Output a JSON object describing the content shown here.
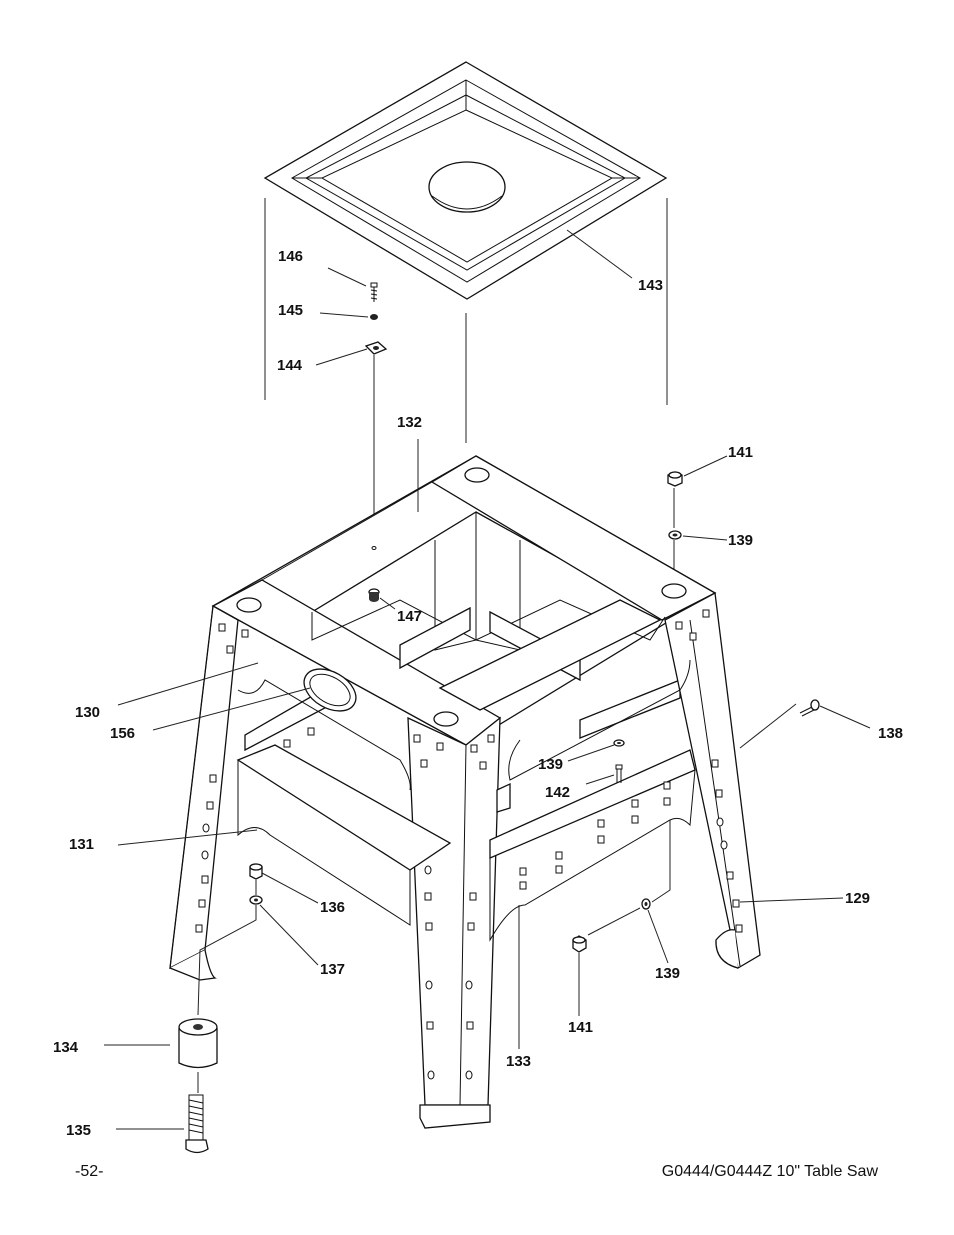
{
  "callouts": {
    "p129": "129",
    "p130": "130",
    "p131": "131",
    "p132": "132",
    "p133": "133",
    "p134": "134",
    "p135": "135",
    "p136": "136",
    "p137": "137",
    "p138": "138",
    "p139a": "139",
    "p139b": "139",
    "p139c": "139",
    "p141a": "141",
    "p141b": "141",
    "p142": "142",
    "p143": "143",
    "p144": "144",
    "p145": "145",
    "p146": "146",
    "p147": "147",
    "p156": "156"
  },
  "footer": {
    "page": "-52-",
    "title": "G0444/G0444Z 10\" Table Saw"
  }
}
